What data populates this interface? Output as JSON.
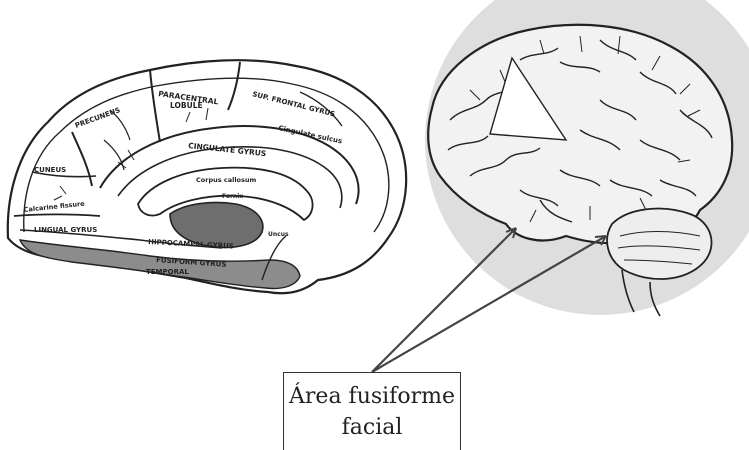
{
  "medial_brain": {
    "labels": {
      "paracentral": "PARACENTRAL",
      "lobule": "LOBULE",
      "precuneus": "PRECUNEUS",
      "cuneus": "CUNEUS",
      "cingulate_gyrus": "CINGULATE GYRUS",
      "corpus_callosum": "Corpus callosum",
      "fornix": "Fornix",
      "calcarine_fissure": "Calcarine fissure",
      "lingual_gyrus": "LINGUAL GYRUS",
      "hippocampal_gyrus": "HIPPOCAMPAL GYRUS",
      "fusiform_gyrus": "FUSIFORM GYRUS",
      "temporal_lobe": "TEMPORAL",
      "uncus": "Uncus",
      "superior_frontal_gyrus": "SUP. FRONTAL GYRUS",
      "cingulate_sulcus": "Cingulate sulcus"
    }
  },
  "callout": {
    "line1": "Área fusiforme",
    "line2": "facial"
  }
}
